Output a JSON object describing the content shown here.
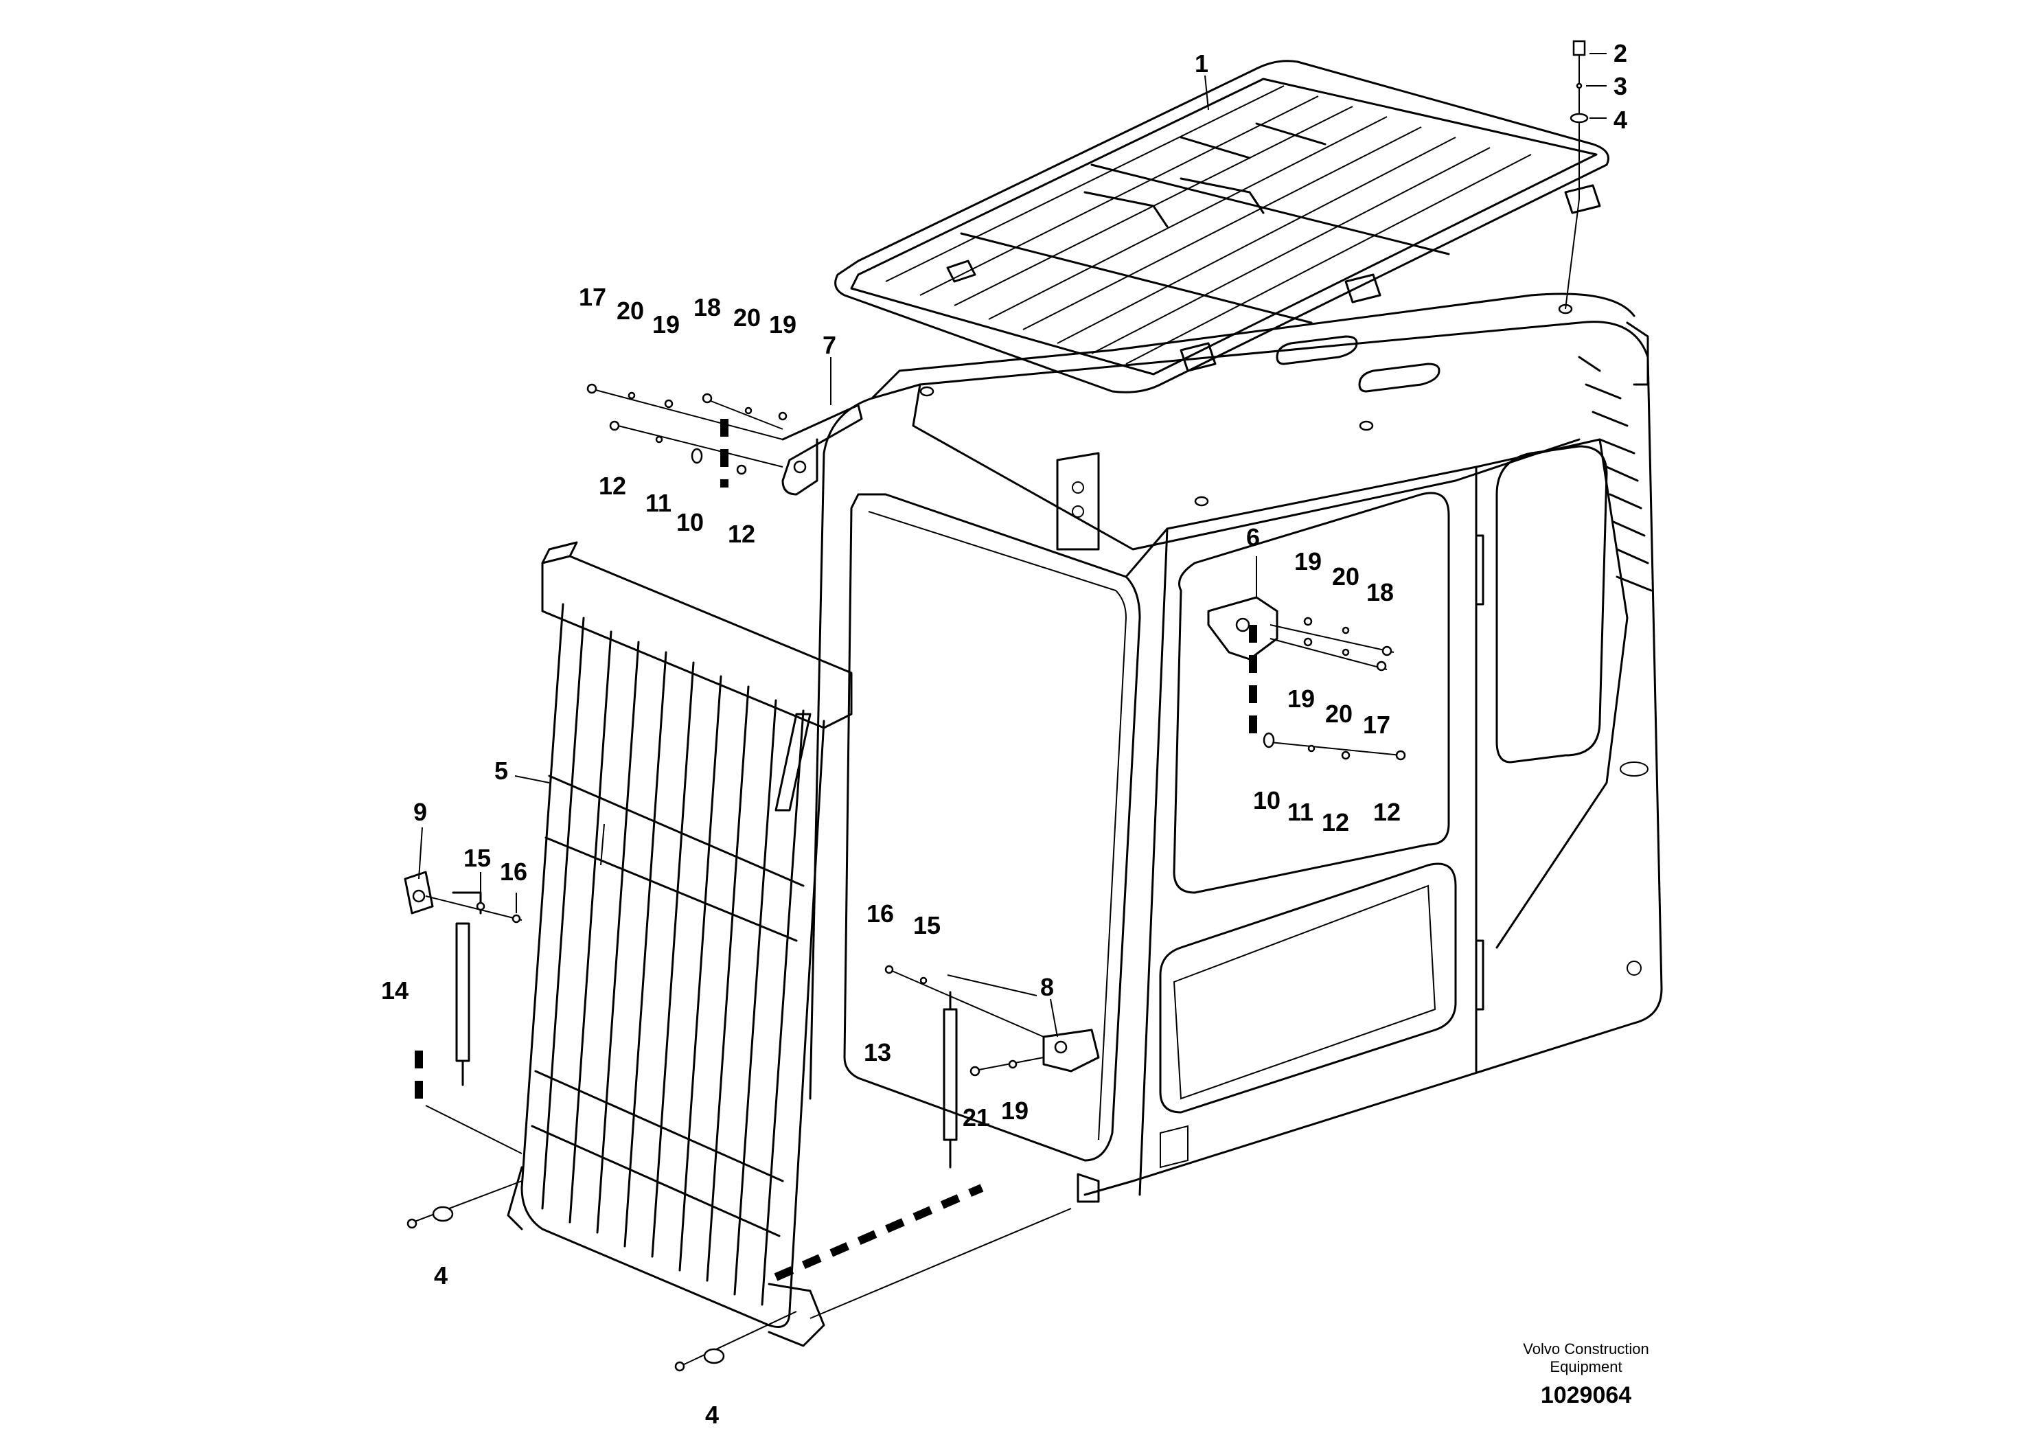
{
  "callouts": [
    "1",
    "2",
    "3",
    "4",
    "5",
    "6",
    "7",
    "8",
    "9",
    "10",
    "11",
    "12",
    "13",
    "14",
    "15",
    "16",
    "17",
    "18",
    "19",
    "20",
    "21"
  ],
  "repeat_labels": {
    "four_a": "4",
    "four_b": "4",
    "ten_a": "10",
    "eleven_a": "11",
    "twelve_a": "12",
    "twelve_b": "12",
    "twelve_c": "12",
    "twelve_d": "12",
    "fifteen_a": "15",
    "sixteen_a": "16",
    "seventeen_a": "17",
    "eighteen_a": "18",
    "nineteen_a": "19",
    "nineteen_b": "19",
    "nineteen_c": "19",
    "nineteen_d": "19",
    "twenty_a": "20",
    "twenty_b": "20",
    "twenty_c": "20"
  },
  "credit": {
    "line1": "Volvo Construction",
    "line2": "Equipment"
  },
  "document_number": "1029064"
}
